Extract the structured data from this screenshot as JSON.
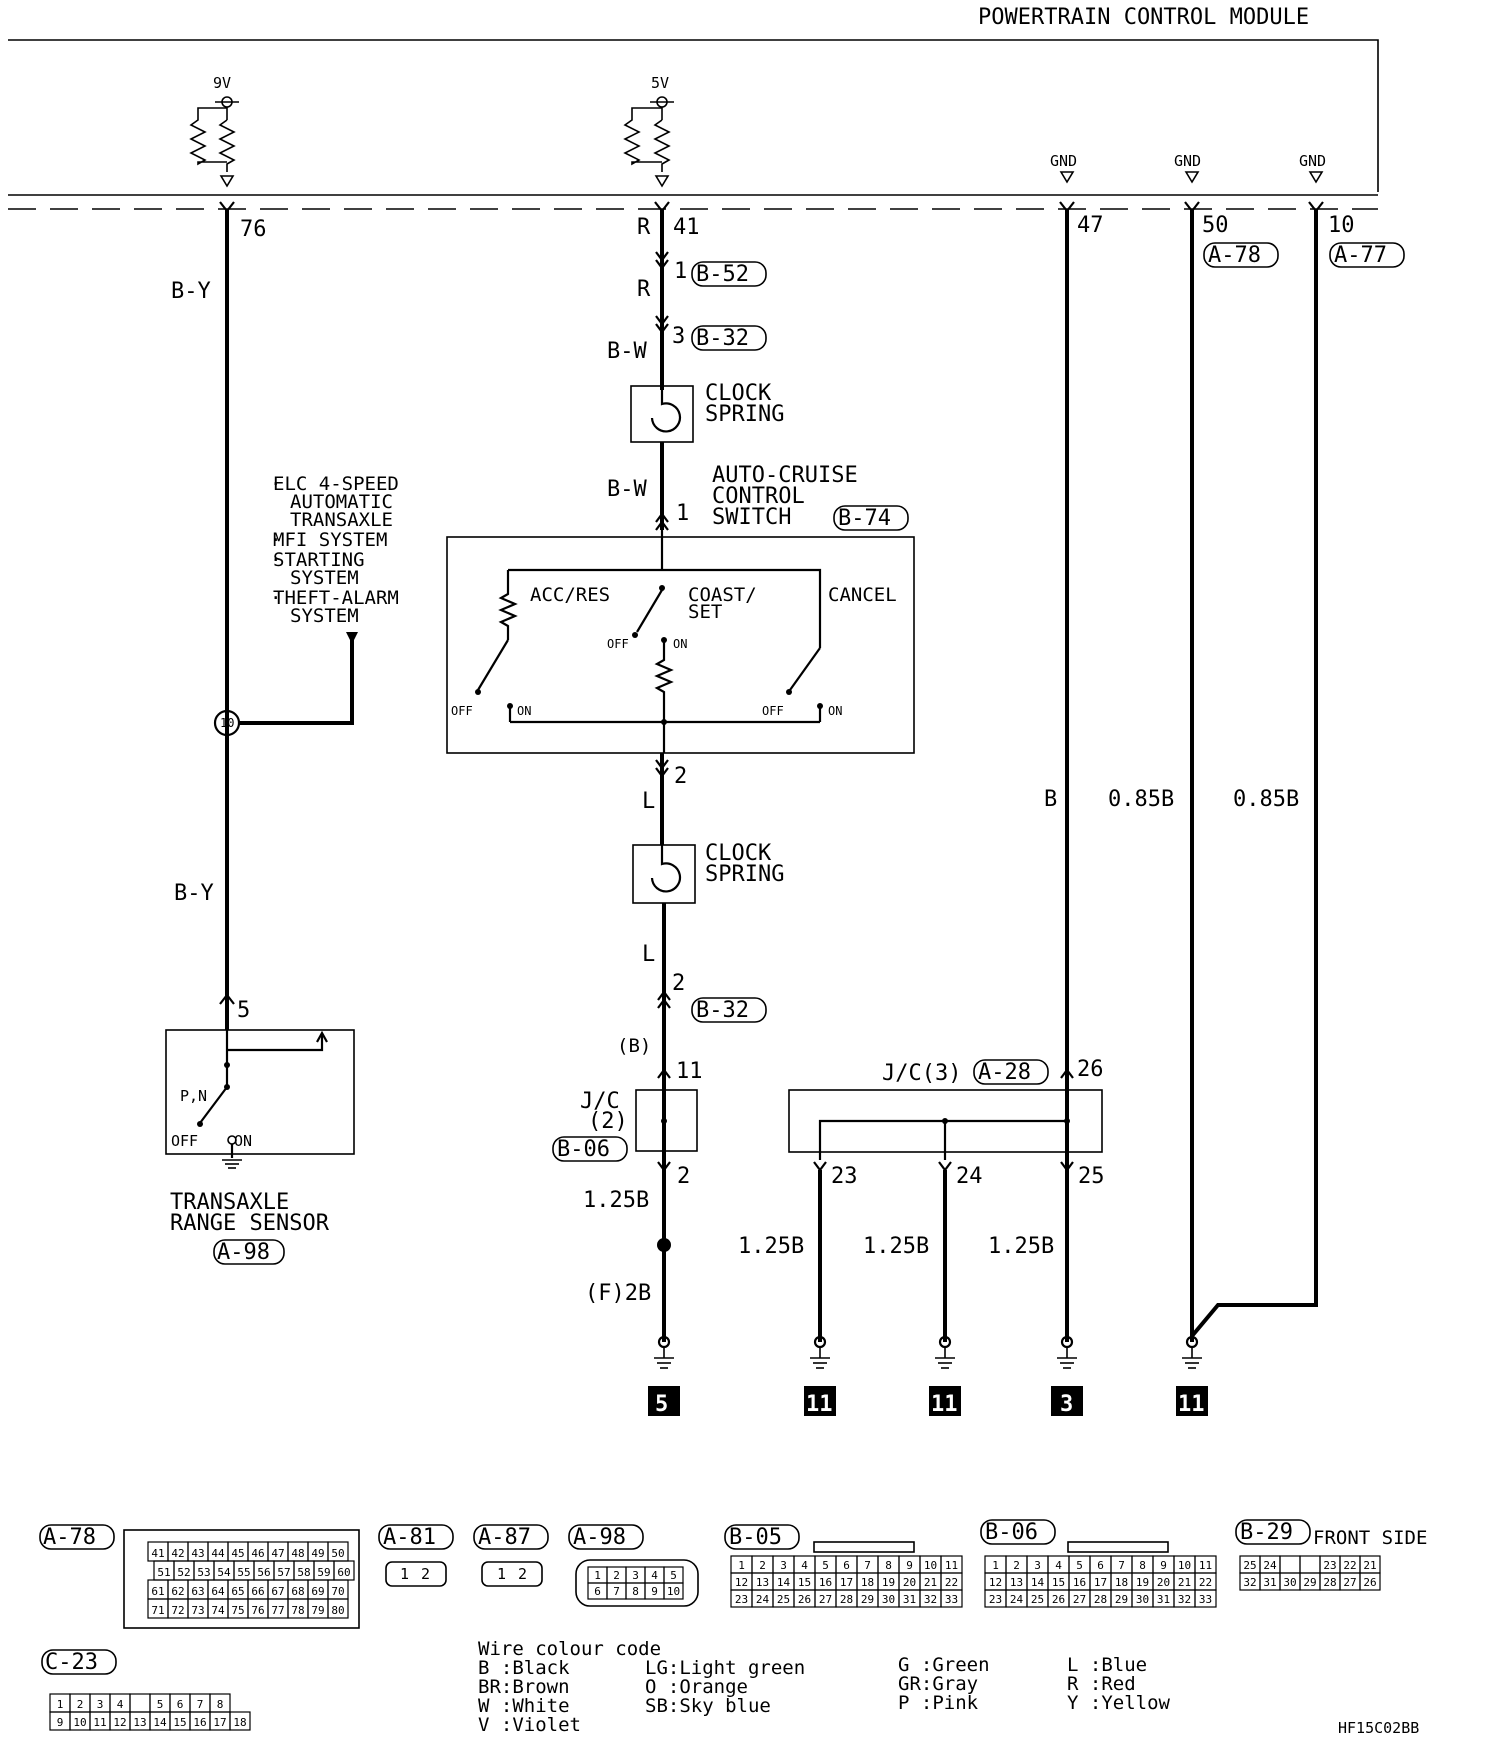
{
  "module_title": "POWERTRAIN CONTROL MODULE",
  "supplies": {
    "v9": "9V",
    "v5": "5V"
  },
  "gnd_label": "GND",
  "pins": {
    "p76": "76",
    "p41": "41",
    "p47": "47",
    "p50": "50",
    "p10": "10"
  },
  "connectors": {
    "a78": "A-78",
    "a77": "A-77",
    "b52": "B-52",
    "b32": "B-32",
    "b74": "B-74",
    "b06": "B-06",
    "a28": "A-28",
    "a98": "A-98",
    "a81": "A-81",
    "a87": "A-87",
    "b05": "B-05",
    "b29": "B-29",
    "c23": "C-23"
  },
  "wires": {
    "by": "B-Y",
    "r": "R",
    "bw": "B-W",
    "l": "L",
    "b": "B",
    "b085": "0.85B",
    "b125": "1.25B",
    "f2b": "(F)2B",
    "paren_b": "(B)"
  },
  "numbers": {
    "n1": "1",
    "n2": "2",
    "n3": "3",
    "n5": "5",
    "n10": "10",
    "n11": "11",
    "n23": "23",
    "n24": "24",
    "n25": "25",
    "n26": "26"
  },
  "components": {
    "clock_spring_1": "CLOCK",
    "clock_spring_2": "SPRING",
    "switch_1": "AUTO-CRUISE",
    "switch_2": "CONTROL",
    "switch_3": "SWITCH",
    "acc_res": "ACC/RES",
    "coast_1": "COAST/",
    "coast_2": "SET",
    "cancel": "CANCEL",
    "off": "OFF",
    "on": "ON",
    "jc2_1": "J/C",
    "jc2_2": "(2)",
    "jc3": "J/C(3)",
    "sensor_1": "TRANSAXLE",
    "sensor_2": "RANGE SENSOR",
    "pn": "P,N"
  },
  "systems": [
    "ELC 4-SPEED",
    "AUTOMATIC",
    "TRANSAXLE",
    "MFI SYSTEM",
    "STARTING",
    "SYSTEM",
    "THEFT-ALARM",
    "SYSTEM"
  ],
  "ground_numbers": [
    "5",
    "11",
    "11",
    "3",
    "11"
  ],
  "front_side": "FRONT SIDE",
  "wire_code": {
    "title": "Wire colour code",
    "col1": [
      "B :Black",
      "BR:Brown",
      "W :White",
      "V :Violet"
    ],
    "col2": [
      "LG:Light green",
      "O :Orange",
      "SB:Sky blue"
    ],
    "col3": [
      "G :Green",
      "GR:Gray",
      "P :Pink"
    ],
    "col4": [
      "L :Blue",
      "R :Red",
      "Y :Yellow"
    ]
  },
  "figure_id": "HF15C02BB",
  "connector_grids": {
    "a78": [
      [
        "41",
        "42",
        "43",
        "44",
        "45",
        "46",
        "47",
        "48",
        "49",
        "50"
      ],
      [
        "51",
        "52",
        "53",
        "54",
        "55",
        "56",
        "57",
        "58",
        "59",
        "60"
      ],
      [
        "61",
        "62",
        "63",
        "64",
        "65",
        "66",
        "67",
        "68",
        "69",
        "70"
      ],
      [
        "71",
        "72",
        "73",
        "74",
        "75",
        "76",
        "77",
        "78",
        "79",
        "80"
      ]
    ],
    "a81": [
      "1",
      "2"
    ],
    "a87": [
      "1",
      "2"
    ],
    "a98": [
      [
        "1",
        "2",
        "3",
        "4",
        "5"
      ],
      [
        "6",
        "7",
        "8",
        "9",
        "10"
      ]
    ],
    "b05": [
      [
        "1",
        "2",
        "3",
        "4",
        "5",
        "6",
        "7",
        "8",
        "9",
        "10",
        "11"
      ],
      [
        "12",
        "13",
        "14",
        "15",
        "16",
        "17",
        "18",
        "19",
        "20",
        "21",
        "22"
      ],
      [
        "23",
        "24",
        "25",
        "26",
        "27",
        "28",
        "29",
        "30",
        "31",
        "32",
        "33"
      ]
    ],
    "b06": [
      [
        "1",
        "2",
        "3",
        "4",
        "5",
        "6",
        "7",
        "8",
        "9",
        "10",
        "11"
      ],
      [
        "12",
        "13",
        "14",
        "15",
        "16",
        "17",
        "18",
        "19",
        "20",
        "21",
        "22"
      ],
      [
        "23",
        "24",
        "25",
        "26",
        "27",
        "28",
        "29",
        "30",
        "31",
        "32",
        "33"
      ]
    ],
    "b29": [
      [
        "25",
        "24",
        "",
        "",
        "23",
        "22",
        "21"
      ],
      [
        "32",
        "31",
        "30",
        "29",
        "28",
        "27",
        "26"
      ]
    ],
    "c23": [
      [
        "1",
        "2",
        "3",
        "4",
        "",
        "5",
        "6",
        "7",
        "8"
      ],
      [
        "9",
        "10",
        "11",
        "12",
        "13",
        "14",
        "15",
        "16",
        "17",
        "18"
      ]
    ]
  }
}
